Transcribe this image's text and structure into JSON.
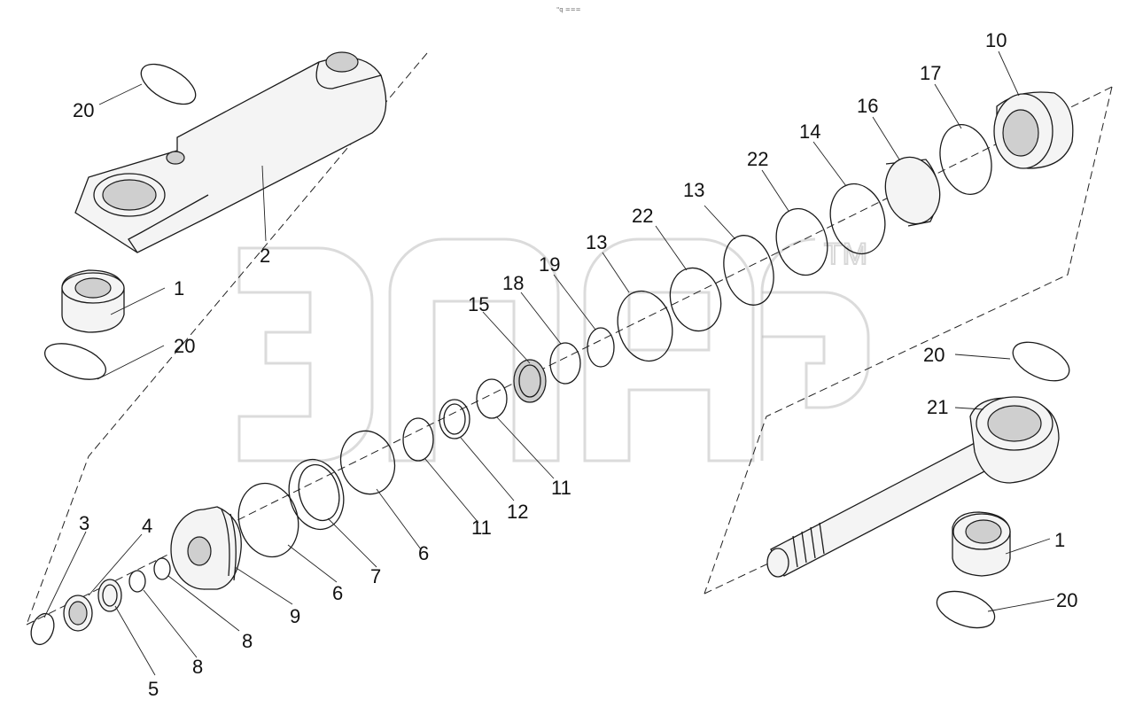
{
  "header": {
    "mark": "\"q ==="
  },
  "watermark": {
    "trademark": "TM"
  },
  "callouts": {
    "c1a": "1",
    "c1b": "1",
    "c2": "2",
    "c3": "3",
    "c4": "4",
    "c5": "5",
    "c6a": "6",
    "c6b": "6",
    "c7": "7",
    "c8a": "8",
    "c8b": "8",
    "c9": "9",
    "c10": "10",
    "c11a": "11",
    "c11b": "11",
    "c12": "12",
    "c13a": "13",
    "c13b": "13",
    "c14": "14",
    "c15": "15",
    "c16": "16",
    "c17": "17",
    "c18": "18",
    "c19": "19",
    "c20a": "20",
    "c20b": "20",
    "c20c": "20",
    "c20d": "20",
    "c21": "21",
    "c22a": "22",
    "c22b": "22"
  }
}
